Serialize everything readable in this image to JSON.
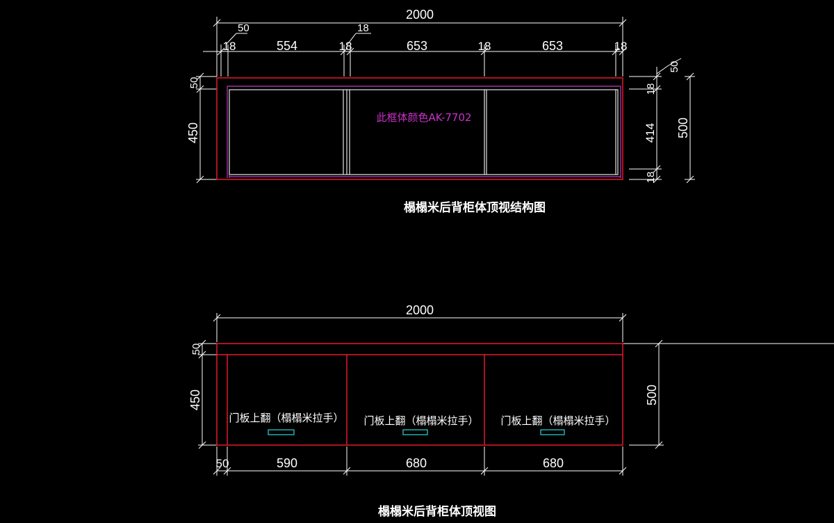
{
  "colors": {
    "background": "#000000",
    "dimension": "#ffffff",
    "outline_red": "#e8182a",
    "inner_magenta": "#c23cc2",
    "inner_white": "#e6e6e6",
    "note_magenta": "#c832c8",
    "handle_cyan": "#29c7c7",
    "text": "#ffffff"
  },
  "top_view": {
    "overall_width": "2000",
    "leader_50": "50",
    "leader_18": "18",
    "segments": [
      "18",
      "554",
      "18",
      "653",
      "18",
      "653",
      "18"
    ],
    "left_dims": [
      "50",
      "450"
    ],
    "right_dims": [
      "18",
      "414",
      "18"
    ],
    "right_overall": "500",
    "right_leader_50": "50",
    "note": "此框体颜色AK-7702",
    "caption": "榻榻米后背柜体顶视结构图"
  },
  "front_view": {
    "overall_width": "2000",
    "left_dims": [
      "50",
      "450"
    ],
    "right_overall": "500",
    "bottom_dims": [
      "50",
      "590",
      "680",
      "680"
    ],
    "door_labels": [
      "门板上翻（榻榻米拉手）",
      "门板上翻（榻榻米拉手）",
      "门板上翻（榻榻米拉手）"
    ],
    "caption": "榻榻米后背柜体顶视图"
  }
}
